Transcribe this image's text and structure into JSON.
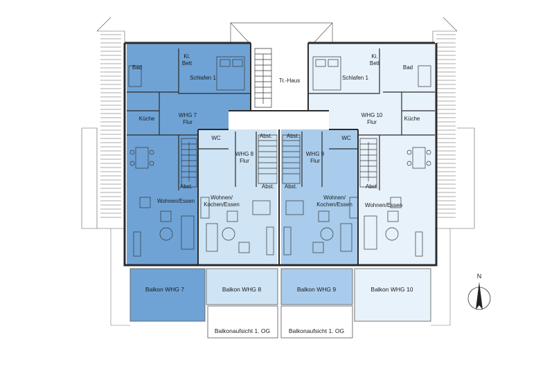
{
  "colors": {
    "whg7": "#6fa3d6",
    "whg8": "#cfe4f4",
    "whg9": "#a9ccec",
    "whg10": "#e8f2fa",
    "wall": "#2a2a2a",
    "line": "#333333"
  },
  "rooms": {
    "bad_left": "Bad",
    "kibett_left": "Ki.\nBett",
    "schlafen_left": "Schlafen 1",
    "treppenhaus": "Tr.-Haus",
    "schlafen_right": "Schlafen 1",
    "kibett_right": "Ki.\nBett",
    "bad_right": "Bad",
    "kueche_left": "Küche",
    "whg7_flur": "WHG 7\nFlur",
    "whg10_flur": "WHG 10\nFlur",
    "kueche_right": "Küche",
    "wc_left": "WC",
    "abst_8_top": "Abst.",
    "whg8_flur": "WHG 8\nFlur",
    "abst_9_top": "Abst.",
    "whg9_flur": "WHG 9\nFlur",
    "wc_right": "WC",
    "abst_7": "Abst.",
    "abst_8_bottom": "Abst.",
    "abst_9_bottom": "Abst.",
    "abst_10": "Abst.",
    "wohnen_7": "Wohnen/Essen",
    "wohnen_8": "Wohnen/\nKochen/Essen",
    "wohnen_9": "Wohnen/\nKochen/Essen",
    "wohnen_10": "Wohnen/Essen"
  },
  "balconies": {
    "b7": "Balkon WHG 7",
    "b8": "Balkon WHG  8",
    "b9": "Balkon WHG  9",
    "b10": "Balkon WHG 10",
    "aufsicht_left": "Balkonaufsicht 1. OG",
    "aufsicht_right": "Balkonaufsicht 1. OG"
  },
  "compass": {
    "label": "N"
  }
}
